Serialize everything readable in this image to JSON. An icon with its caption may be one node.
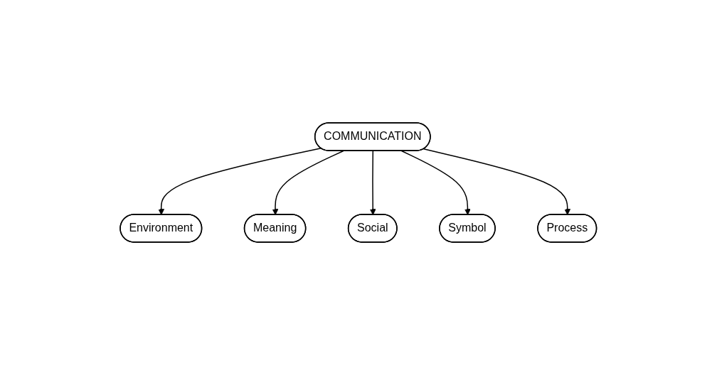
{
  "diagram": {
    "nodes": [
      {
        "text": [
          "Environment"
        ]
      },
      {
        "text": [
          "Meaning"
        ]
      },
      {
        "text": [
          "Social"
        ]
      },
      {
        "text": [
          "COMMUNICATION"
        ]
      },
      {
        "text": [
          "Symbol"
        ]
      },
      {
        "text": [
          "Process"
        ]
      }
    ],
    "edges": [
      {
        "from": 3,
        "to": 0,
        "arrow": "to"
      },
      {
        "from": 3,
        "to": 1,
        "arrow": "to"
      },
      {
        "from": 3,
        "to": 2,
        "arrow": "to"
      },
      {
        "from": 3,
        "to": 4,
        "arrow": "to"
      },
      {
        "from": 3,
        "to": 5,
        "arrow": "to"
      }
    ]
  }
}
